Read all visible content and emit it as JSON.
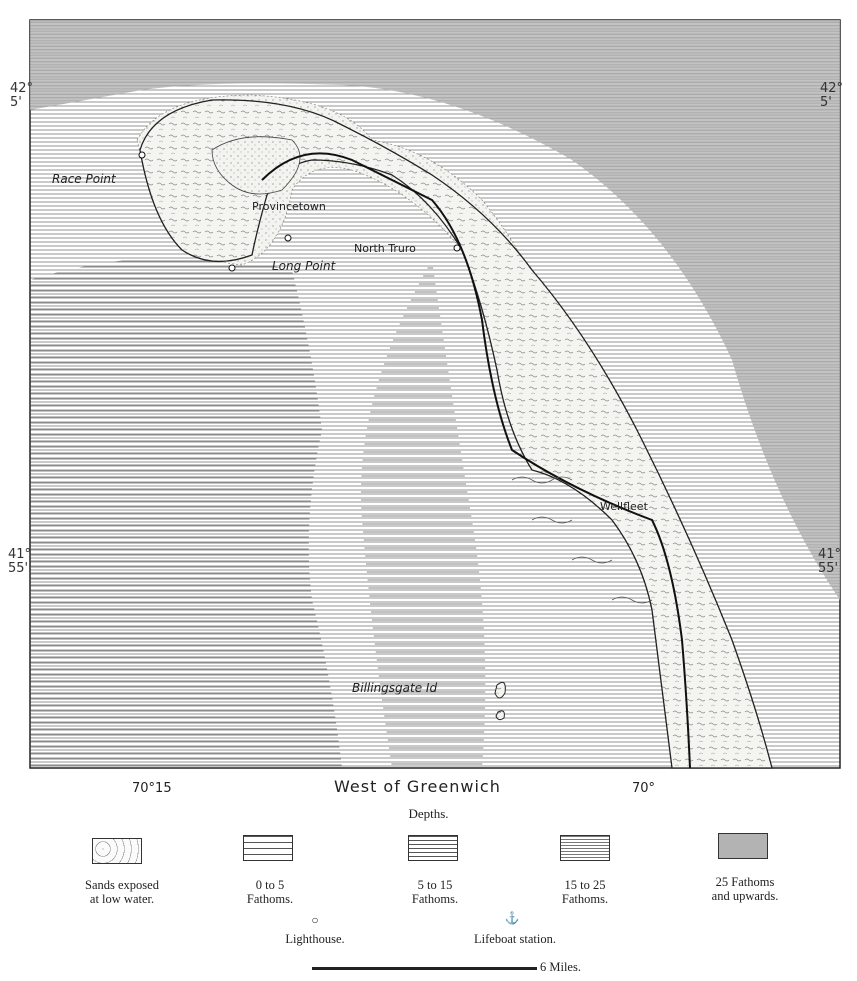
{
  "map": {
    "places": {
      "race_point": "Race Point",
      "provincetown": "Provincetown",
      "long_point": "Long Point",
      "north_truro": "North Truro",
      "wellfleet": "Wellfleet",
      "billingsgate": "Billingsgate Id"
    },
    "latitudes": {
      "top_deg": "42°",
      "top_min": "5'",
      "mid_deg": "41°",
      "mid_min": "55'"
    },
    "longitudes": {
      "west": "70°15",
      "east": "70°"
    },
    "bottom_caption": "West of Greenwich"
  },
  "legend": {
    "title": "Depths.",
    "items": [
      {
        "label": "Sands exposed\nat low water.",
        "pattern": "dotted"
      },
      {
        "label": "0 to 5\nFathoms.",
        "pattern": "lines-wide"
      },
      {
        "label": "5 to 15\nFathoms.",
        "pattern": "lines-medium"
      },
      {
        "label": "15 to 25\nFathoms.",
        "pattern": "lines-fine"
      },
      {
        "label": "25 Fathoms\nand upwards.",
        "pattern": "solid-grey"
      }
    ],
    "lighthouse_label": "Lighthouse.",
    "lifeboat_label": "Lifeboat station.",
    "scale_label": "6 Miles.",
    "lighthouse_icon": "circle",
    "lifeboat_icon": "anchor"
  }
}
